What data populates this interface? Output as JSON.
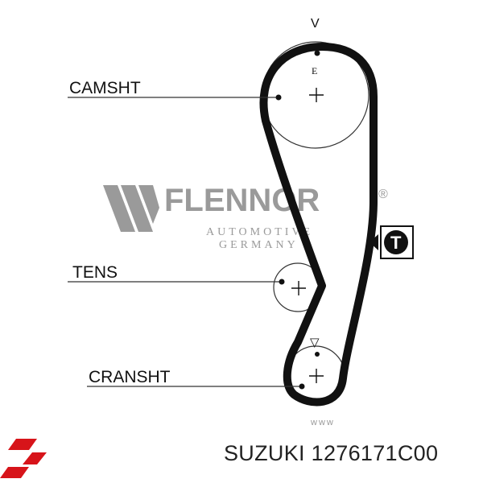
{
  "diagram": {
    "labels": {
      "camshaft": "CAMSHT",
      "tensioner": "TENS",
      "crankshaft": "CRANSHT"
    },
    "marks": {
      "top_mark": "V",
      "e_mark": "E",
      "crank_mark": "▽"
    },
    "watermark": {
      "brand": "FLENNOR",
      "registered": "®",
      "line1": "AUTOMOTIVE",
      "line2": "GERMANY",
      "url": "www"
    },
    "tensioner_icon_letter": "T"
  },
  "footer": {
    "brand": "SUZUKI",
    "part_number": "1276171C00"
  },
  "colors": {
    "belt": "#111111",
    "watermark": "#9a9a9a",
    "suzuki_red": "#d7141a"
  }
}
